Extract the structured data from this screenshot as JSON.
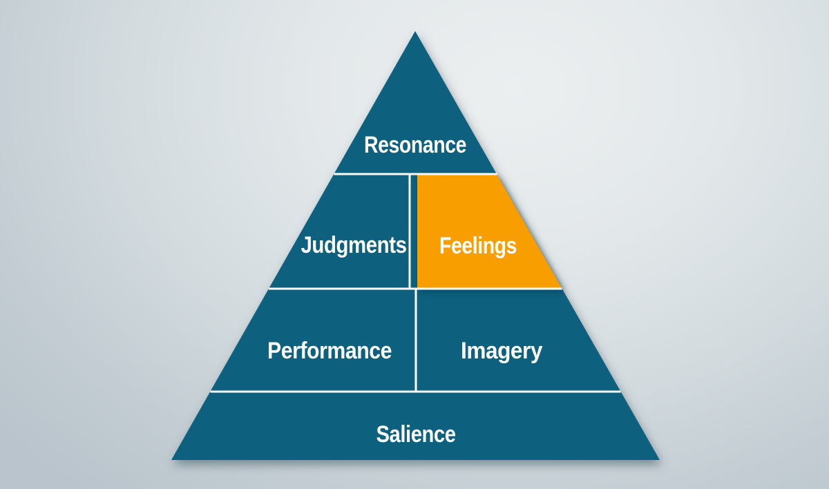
{
  "diagram": {
    "type": "pyramid",
    "levels": [
      {
        "name": "resonance",
        "segments": [
          {
            "label": "Resonance",
            "highlighted": false
          }
        ]
      },
      {
        "name": "judgments-feelings",
        "segments": [
          {
            "label": "Judgments",
            "highlighted": false
          },
          {
            "label": "Feelings",
            "highlighted": true
          }
        ]
      },
      {
        "name": "performance-imagery",
        "segments": [
          {
            "label": "Performance",
            "highlighted": false
          },
          {
            "label": "Imagery",
            "highlighted": false
          }
        ]
      },
      {
        "name": "salience",
        "segments": [
          {
            "label": "Salience",
            "highlighted": false
          }
        ]
      }
    ]
  },
  "colors": {
    "pyramid": "#0f617e",
    "highlight": "#f99e00",
    "divider": "#ffffff",
    "label_text": "#ffffff",
    "background_center": "#eceff0",
    "background_edge": "#b9c4cc"
  }
}
